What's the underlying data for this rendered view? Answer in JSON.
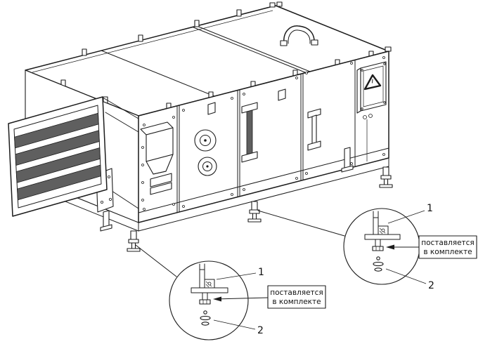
{
  "colors": {
    "background": "#ffffff",
    "line": "#1c1c1c",
    "dark_fill": "#5f5f5f"
  },
  "unit": {
    "description_parts": {
      "body": "air-handling-unit-isometric",
      "intake": "louver-grille",
      "electrical": "electrical-box-with-warning-triangle"
    }
  },
  "callouts": {
    "left": {
      "label_1": "1",
      "label_2": "2",
      "note_line1": "поставляется",
      "note_line2": "в комплекте"
    },
    "right": {
      "label_1": "1",
      "label_2": "2",
      "note_line1": "поставляется",
      "note_line2": "в комплекте"
    }
  }
}
